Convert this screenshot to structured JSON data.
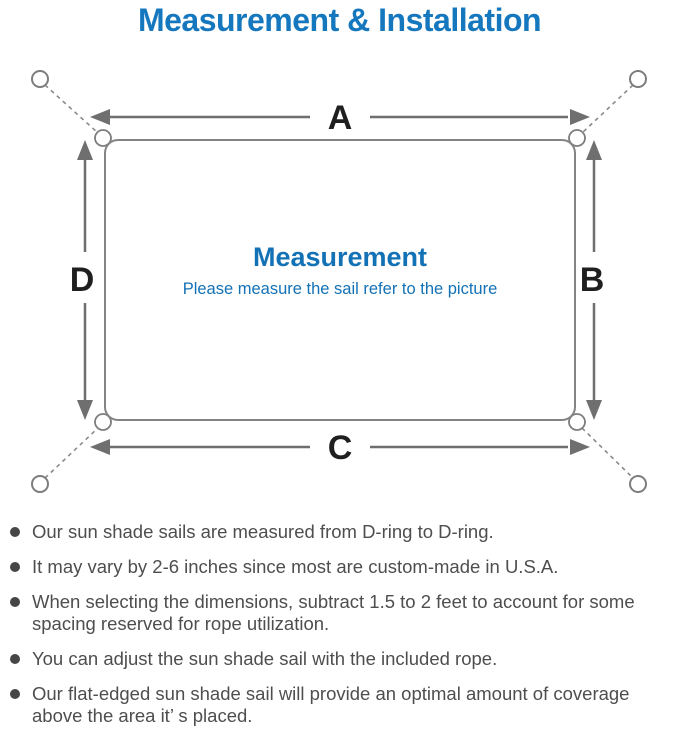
{
  "title": "Measurement & Installation",
  "diagram": {
    "label_a": "A",
    "label_b": "B",
    "label_c": "C",
    "label_d": "D",
    "center_title": "Measurement",
    "center_subtitle": "Please measure the sail refer to the picture",
    "colors": {
      "accent_blue_title": "#1578be",
      "accent_blue_center": "#1371b5",
      "line_gray": "#848484",
      "arrow_gray": "#6f6f6f",
      "label_black": "#1f1f1f",
      "note_gray": "#4e4e4e"
    }
  },
  "notes": {
    "items": [
      "Our sun shade sails are measured from D-ring to D-ring.",
      "It may vary by 2-6 inches since most are custom-made in U.S.A.",
      "When selecting the dimensions, subtract 1.5 to 2 feet to account for some spacing reserved for rope utilization.",
      "You can adjust the sun shade sail with the included rope.",
      "Our flat-edged sun shade sail will provide an optimal amount of coverage above the area it’ s placed."
    ]
  }
}
